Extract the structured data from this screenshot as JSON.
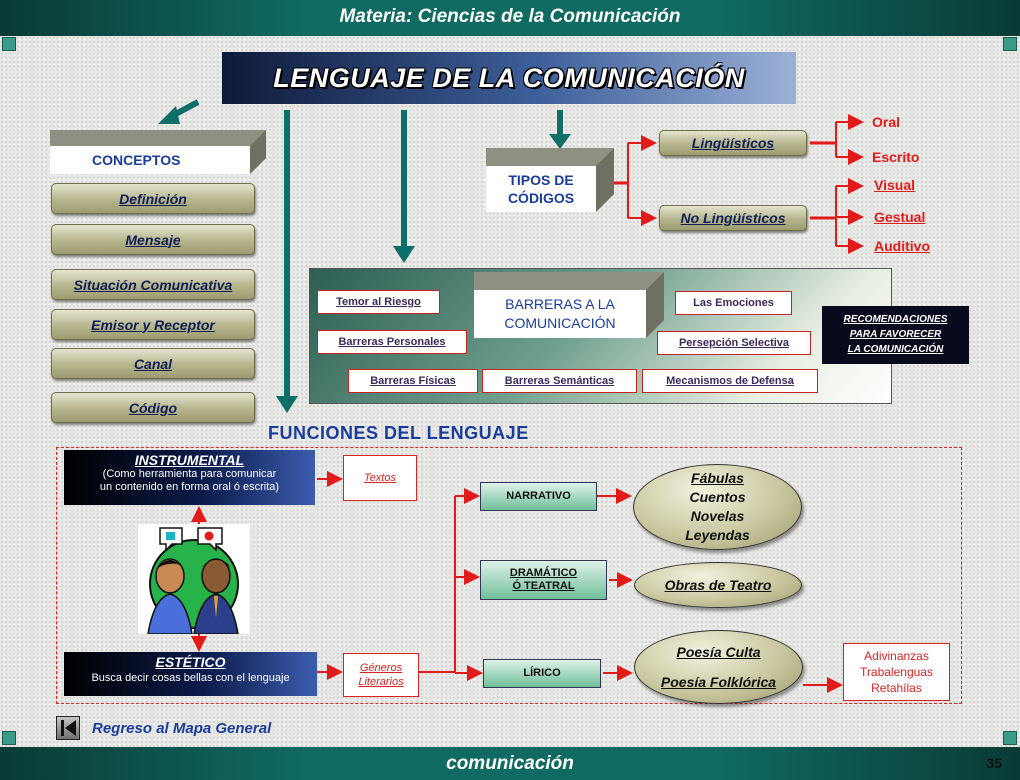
{
  "header": {
    "title": "Materia: Ciencias de la Comunicación"
  },
  "footer": {
    "title": "comunicación",
    "page_number": "35"
  },
  "main_title": "LENGUAJE DE LA COMUNICACIÓN",
  "conceptos": {
    "label": "CONCEPTOS",
    "items": [
      "Definición",
      "Mensaje",
      "Situación Comunicativa",
      "Emisor y Receptor",
      "Canal",
      "Código"
    ]
  },
  "codigos": {
    "label": "TIPOS DE CÓDIGOS",
    "linguisticos": {
      "label": "Lingüísticos",
      "items": [
        "Oral",
        "Escrito"
      ]
    },
    "no_linguisticos": {
      "label": "No Lingüísticos",
      "items": [
        "Visual",
        "Gestual",
        "Auditivo"
      ]
    }
  },
  "barreras": {
    "label": "BARRERAS A LA COMUNICACIÓN",
    "items": [
      "Temor al Riesgo",
      "Las Emociones",
      "Barreras Personales",
      "Persepción Selectiva",
      "Barreras Físicas",
      "Barreras Semánticas",
      "Mecanismos de Defensa"
    ],
    "recomendaciones": "RECOMENDACIONES \nPARA FAVORECER \nLA COMUNICACIÓN"
  },
  "funciones": {
    "title": "FUNCIONES DEL LENGUAJE",
    "instrumental": {
      "title": "INSTRUMENTAL",
      "line1": "(Como herramienta para comunicar",
      "line2": "un contenido en forma oral ó escrita)"
    },
    "estetico": {
      "title": "ESTÉTICO",
      "desc": "Busca decir  cosas bellas con el lenguaje"
    },
    "textos": "Textos",
    "generos": {
      "line1": "Géneros",
      "line2": "Literarios"
    },
    "narrativo": {
      "label": "NARRATIVO",
      "items": [
        "Fábulas",
        "Cuentos",
        "Novelas",
        "Leyendas"
      ]
    },
    "dramatico": {
      "line1": "DRAMÁTICO",
      "line2": "Ó TEATRAL",
      "item": "Obras de Teatro"
    },
    "lirico": {
      "label": "LÍRICO",
      "items": [
        "Poesía Culta",
        "Poesía Folklórica"
      ],
      "extra": [
        "Adivinanzas",
        "Trabalenguas",
        "Retahílas"
      ]
    }
  },
  "navigation": {
    "back": "Regreso al Mapa General"
  },
  "colors": {
    "teal_bar": "#0f6a61",
    "arrow_teal": "#0e6e68",
    "red": "#e21a1a",
    "blue_text": "#1a3d9c"
  }
}
